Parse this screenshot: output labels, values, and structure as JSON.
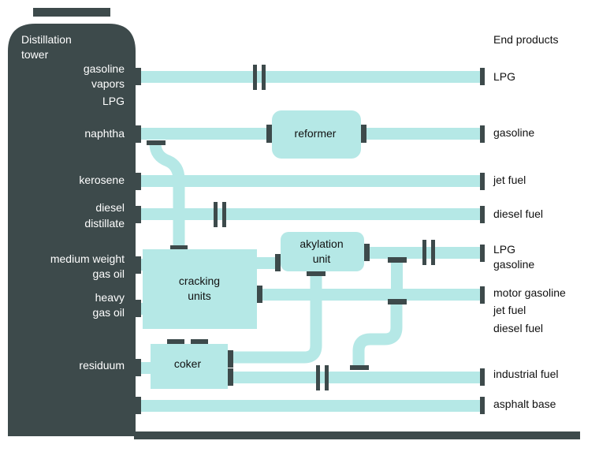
{
  "colors": {
    "tower": "#3d4a4b",
    "pipe": "#b5e8e6",
    "connector": "#3d4a4b",
    "tower_text": "#ffffff",
    "text": "#111111",
    "background": "#ffffff"
  },
  "tower": {
    "title_line1": "Distillation",
    "title_line2": "tower"
  },
  "fractions": {
    "gasoline_line1": "gasoline",
    "gasoline_line2": "vapors",
    "lpg": "LPG",
    "naphtha": "naphtha",
    "kerosene": "kerosene",
    "diesel_line1": "diesel",
    "diesel_line2": "distillate",
    "medium_line1": "medium weight",
    "medium_line2": "gas oil",
    "heavy_line1": "heavy",
    "heavy_line2": "gas oil",
    "residuum": "residuum"
  },
  "units": {
    "reformer": "reformer",
    "alkylation_line1": "akylation",
    "alkylation_line2": "unit",
    "cracking_line1": "cracking",
    "cracking_line2": "units",
    "coker": "coker"
  },
  "end_products": {
    "header": "End products",
    "lpg": "LPG",
    "gasoline": "gasoline",
    "jet_fuel": "jet fuel",
    "diesel_fuel": "diesel fuel",
    "lpg2": "LPG",
    "gasoline2": "gasoline",
    "motor_gasoline": "motor gasoline",
    "jet_fuel2": "jet fuel",
    "diesel_fuel2": "diesel fuel",
    "industrial_fuel": "industrial fuel",
    "asphalt_base": "asphalt base"
  }
}
